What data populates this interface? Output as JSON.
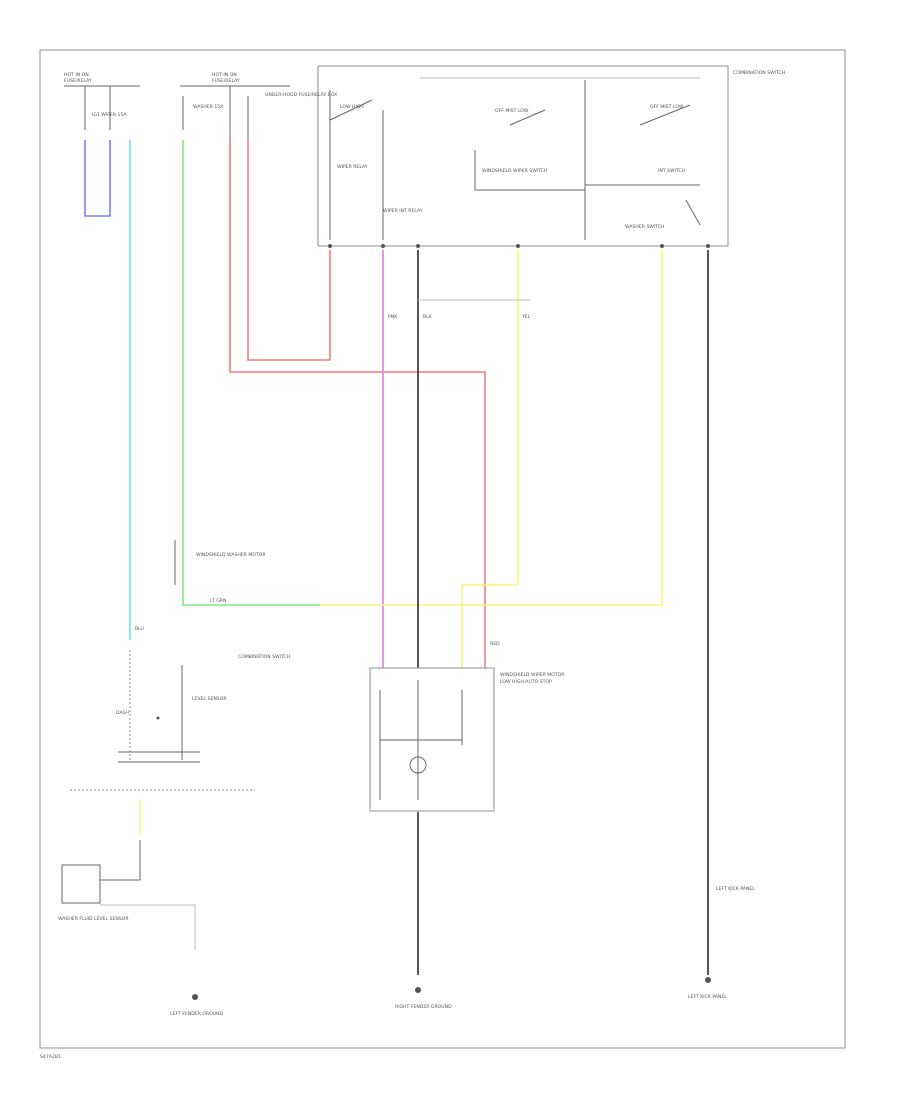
{
  "diagram": {
    "colors": {
      "blue": "#7e7efc",
      "cyan": "#62e7f2",
      "green": "#84ea84",
      "red": "#f37c7c",
      "magenta": "#e57be8",
      "yellow": "#f7f37c",
      "black": "#2a2a2a",
      "ground": "#555555"
    },
    "labels": {
      "fuse_box_1": "HOT IN ON",
      "fuse_box_2": "HOT IN ON",
      "fuse_box_sub_1": "FUSE/RELAY",
      "fuse_box_sub_2": "FUSE/RELAY",
      "fuse_1": "IG1 WIPER 15A",
      "fuse_2": "WASHER 15A",
      "fuse_box_ref": "UNDER-HOOD FUSE/RELAY BOX",
      "wiper_relay_1": "WIPER RELAY",
      "wiper_relay_2": "LOW HIGH",
      "wiper_relay_3": "WIPER INT RELAY",
      "wiper_switch_1": "OFF MIST LOW",
      "wiper_switch_2": "WINDSHIELD WIPER SWITCH",
      "wiper_switch_3": "INT SWITCH",
      "combo_switch": "COMBINATION SWITCH",
      "washer_switch": "WASHER SWITCH",
      "washer_motor": "WINDSHIELD WASHER MOTOR",
      "wiper_motor_1": "WINDSHIELD WIPER MOTOR",
      "wiper_motor_2": "LOW HIGH AUTO STOP",
      "ground_1": "LEFT FENDER GROUND",
      "ground_2": "RIGHT FENDER GROUND",
      "ground_3": "LEFT KICK PANEL",
      "ecm_1": "LEVEL SENSOR",
      "ecm_2": "WASHER FLUID LEVEL SENSOR",
      "plate": "DASH",
      "wire_ltgrn": "LT GRN",
      "wire_pnk": "PNK",
      "wire_yel": "YEL",
      "wire_blk": "BLK",
      "wire_red": "RED",
      "wire_blu": "BLU",
      "corner": "S47A2B1"
    }
  }
}
